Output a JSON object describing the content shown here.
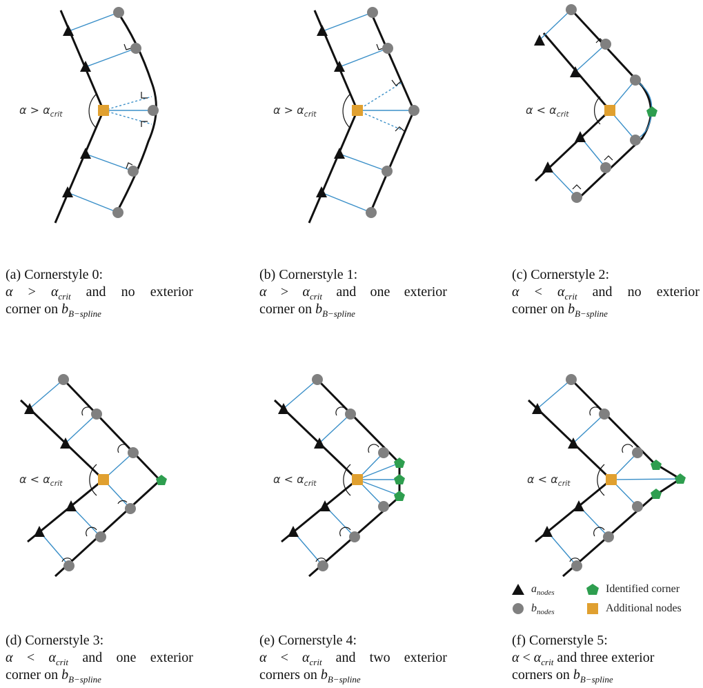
{
  "panels": [
    {
      "id": "a",
      "label": "(a) Cornerstyle 0:",
      "line2_words": [
        "α",
        ">",
        "α_crit",
        "and",
        "no",
        "exterior"
      ],
      "line3": "corner on b_B−spline",
      "alpha_label": "α > α_crit"
    },
    {
      "id": "b",
      "label": "(b) Cornerstyle 1:",
      "line2_words": [
        "α",
        ">",
        "α_crit",
        "and",
        "one",
        "exterior"
      ],
      "line3": "corner on b_B−spline",
      "alpha_label": "α > α_crit"
    },
    {
      "id": "c",
      "label": "(c) Cornerstyle 2:",
      "line2_words": [
        "α",
        "<",
        "α_crit",
        "and",
        "no",
        "exterior"
      ],
      "line3": "corner on b_B−spline",
      "alpha_label": "α < α_crit"
    },
    {
      "id": "d",
      "label": "(d) Cornerstyle 3:",
      "line2_words": [
        "α",
        "<",
        "α_crit",
        "and",
        "one",
        "exterior"
      ],
      "line3": "corner on b_B−spline",
      "alpha_label": "α < α_crit"
    },
    {
      "id": "e",
      "label": "(e) Cornerstyle 4:",
      "line2_words": [
        "α",
        "<",
        "α_crit",
        "and",
        "two",
        "exterior"
      ],
      "line3": "corners on b_B−spline",
      "alpha_label": "α < α_crit"
    },
    {
      "id": "f",
      "label": "(f) Cornerstyle 5:",
      "line2_words": [
        "α",
        "<",
        "α_crit",
        "and three exterior"
      ],
      "line3": "corners on b_B−spline",
      "alpha_label": "α < α_crit"
    }
  ],
  "legend": {
    "a_nodes": "a_nodes",
    "b_nodes": "b_nodes",
    "identified_corner": "Identified corner",
    "additional_nodes": "Additional nodes"
  },
  "colors": {
    "a_node": "#111111",
    "b_node": "#808080",
    "identified_corner": "#2e9e4f",
    "additional_node": "#e0a030",
    "connector": "#3a8fc8",
    "curve": "#111111"
  }
}
